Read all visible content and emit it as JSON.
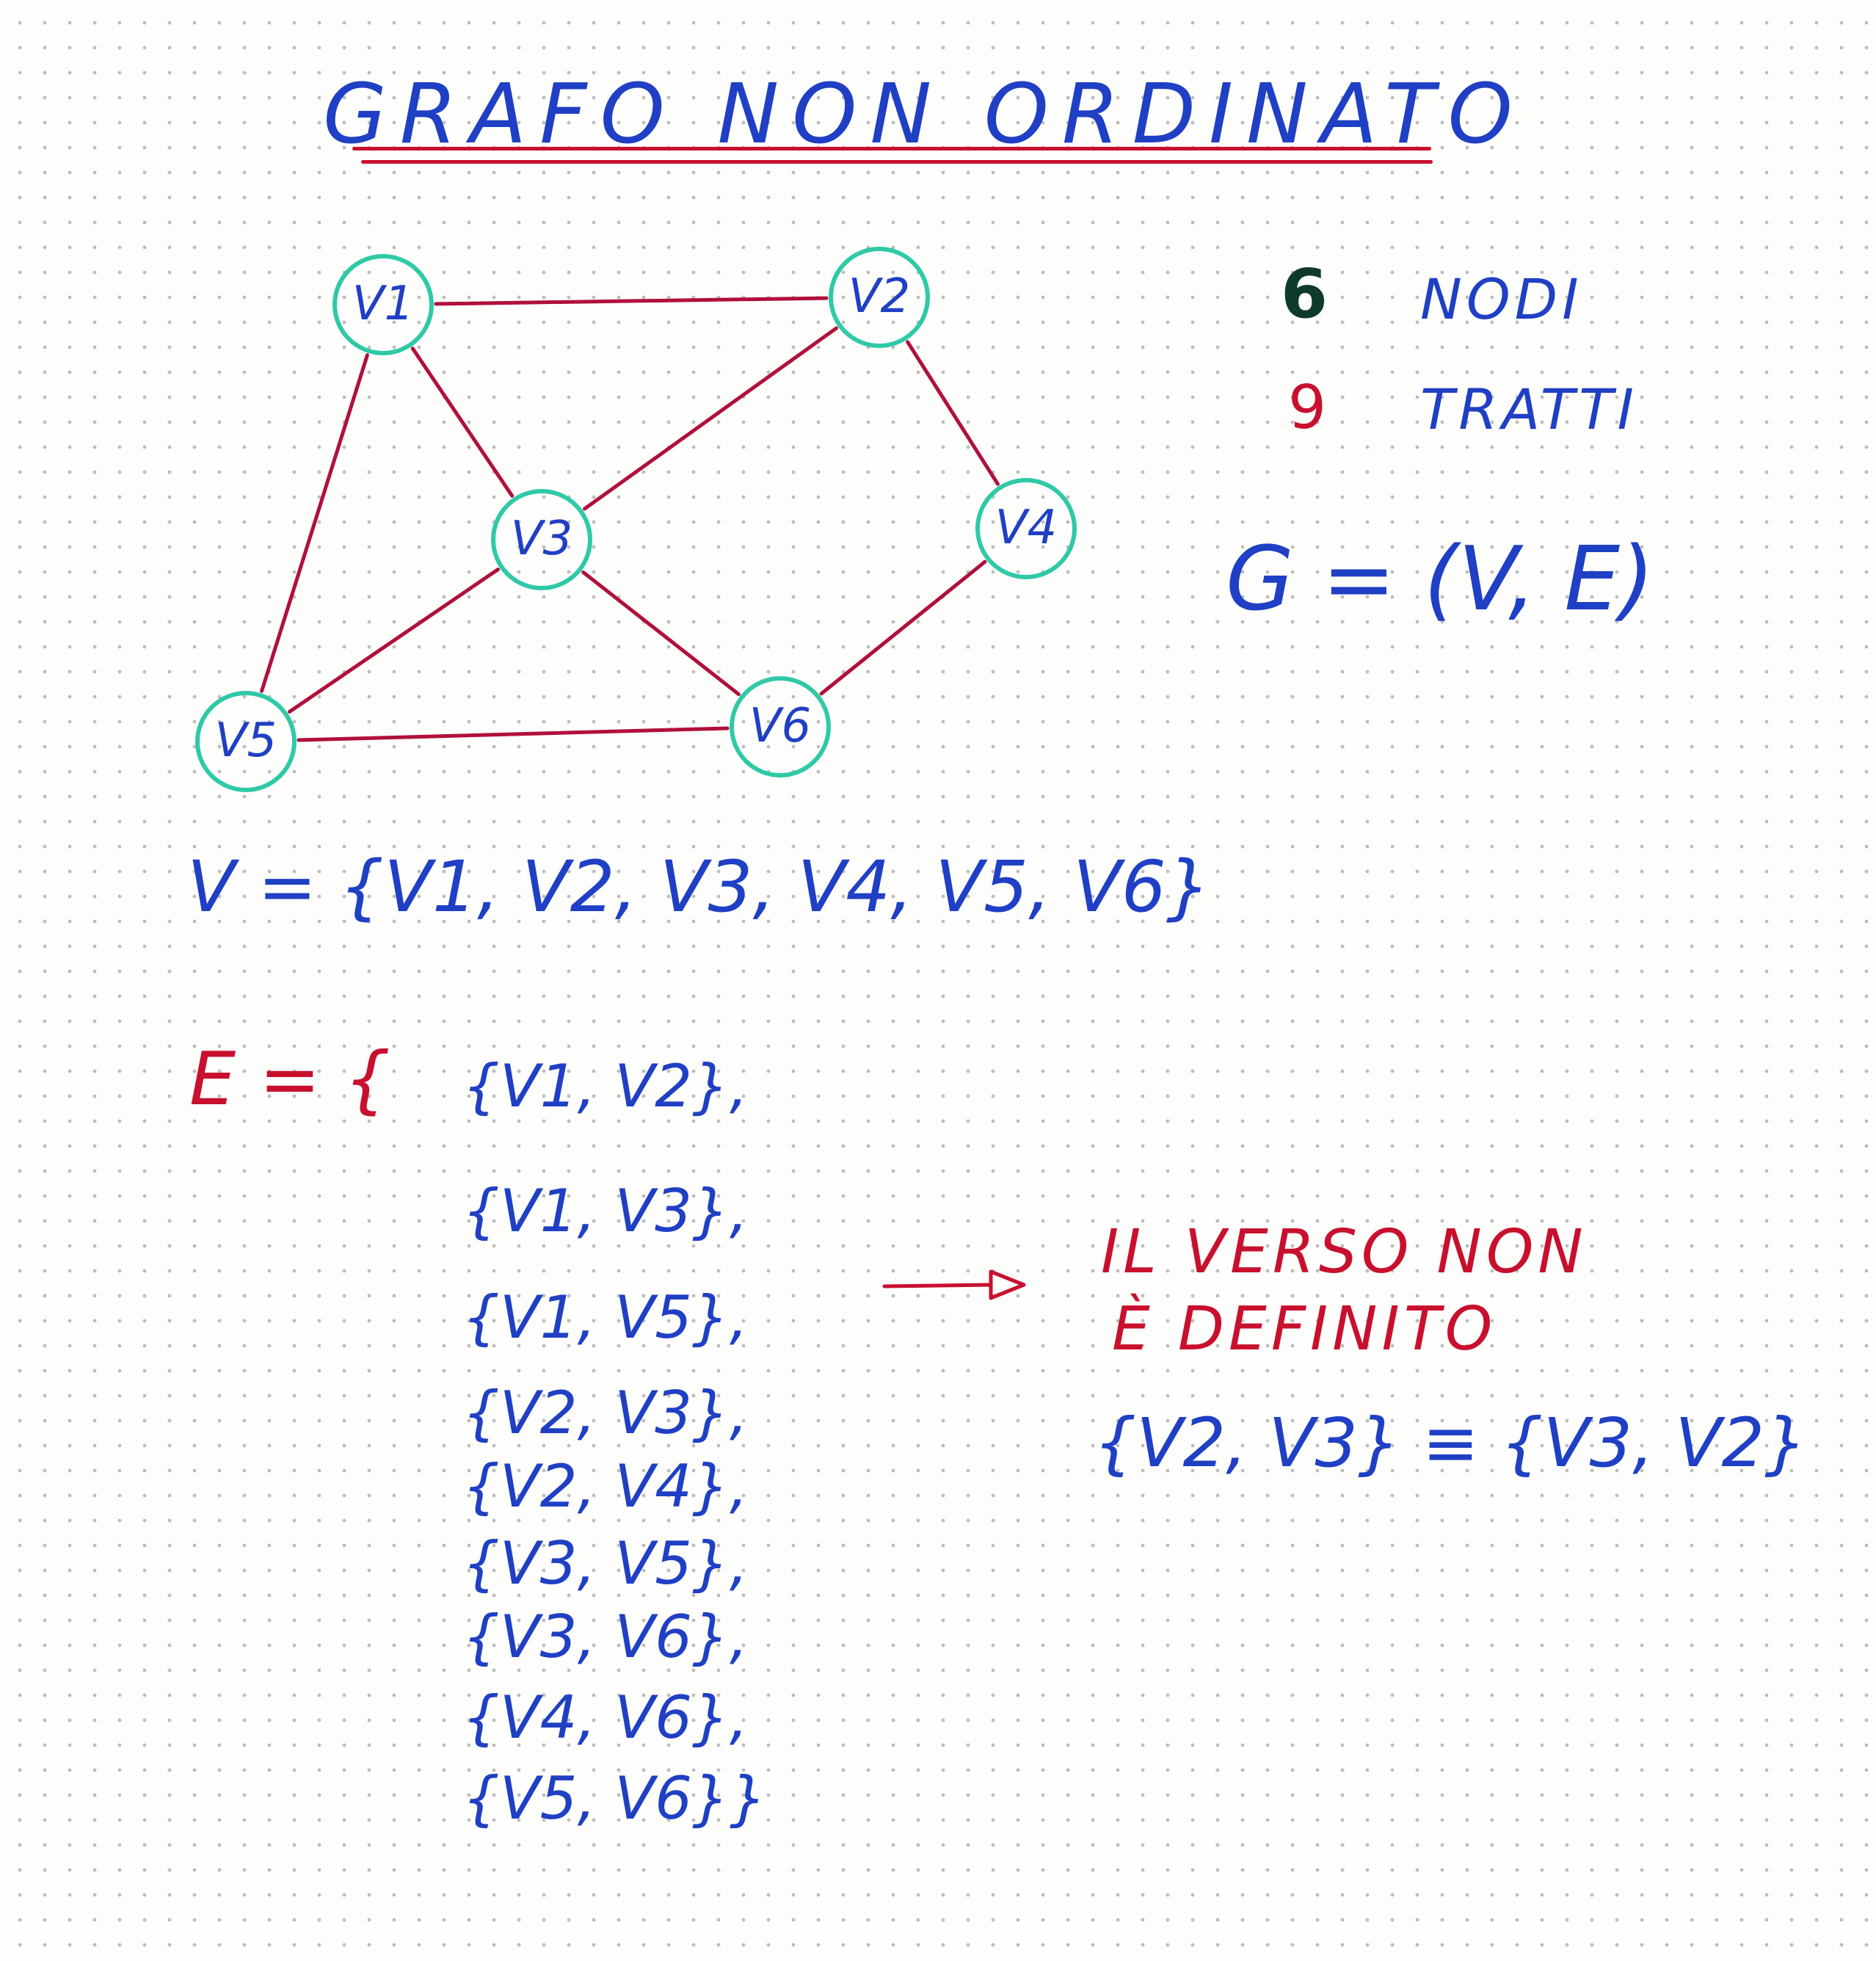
{
  "title": "GRAFO NON ORDINATO",
  "graph": {
    "nodes": [
      {
        "id": "v1",
        "label": "V1"
      },
      {
        "id": "v2",
        "label": "V2"
      },
      {
        "id": "v3",
        "label": "V3"
      },
      {
        "id": "v4",
        "label": "V4"
      },
      {
        "id": "v5",
        "label": "V5"
      },
      {
        "id": "v6",
        "label": "V6"
      }
    ],
    "edges": [
      [
        "v1",
        "v2"
      ],
      [
        "v1",
        "v3"
      ],
      [
        "v1",
        "v5"
      ],
      [
        "v2",
        "v3"
      ],
      [
        "v2",
        "v4"
      ],
      [
        "v3",
        "v5"
      ],
      [
        "v3",
        "v6"
      ],
      [
        "v4",
        "v6"
      ],
      [
        "v5",
        "v6"
      ]
    ]
  },
  "stats": {
    "nodes_count": "6",
    "nodes_label": "NODI",
    "edges_count": "9",
    "edges_label": "TRATTI"
  },
  "formula": "G = (V, E)",
  "vertex_set": "V = {V1, V2, V3, V4, V5, V6}",
  "edge_set": {
    "open": "E = {",
    "items": [
      "{V1, V2},",
      "{V1, V3},",
      "{V1, V5},",
      "{V2, V3},",
      "{V2, V4},",
      "{V3, V5},",
      "{V3, V6},",
      "{V4, V6},",
      "{V5, V6}}"
    ]
  },
  "note": {
    "line1": "IL VERSO NON",
    "line2": "È DEFINITO",
    "equivalence": "{V2, V3} ≡ {V3, V2}"
  },
  "colors": {
    "ink_blue": "#1f3fc4",
    "ink_red": "#c8102e",
    "ink_green": "#1aa37a",
    "node_circle": "#2fc9a8",
    "edge_line": "#b0103a"
  }
}
